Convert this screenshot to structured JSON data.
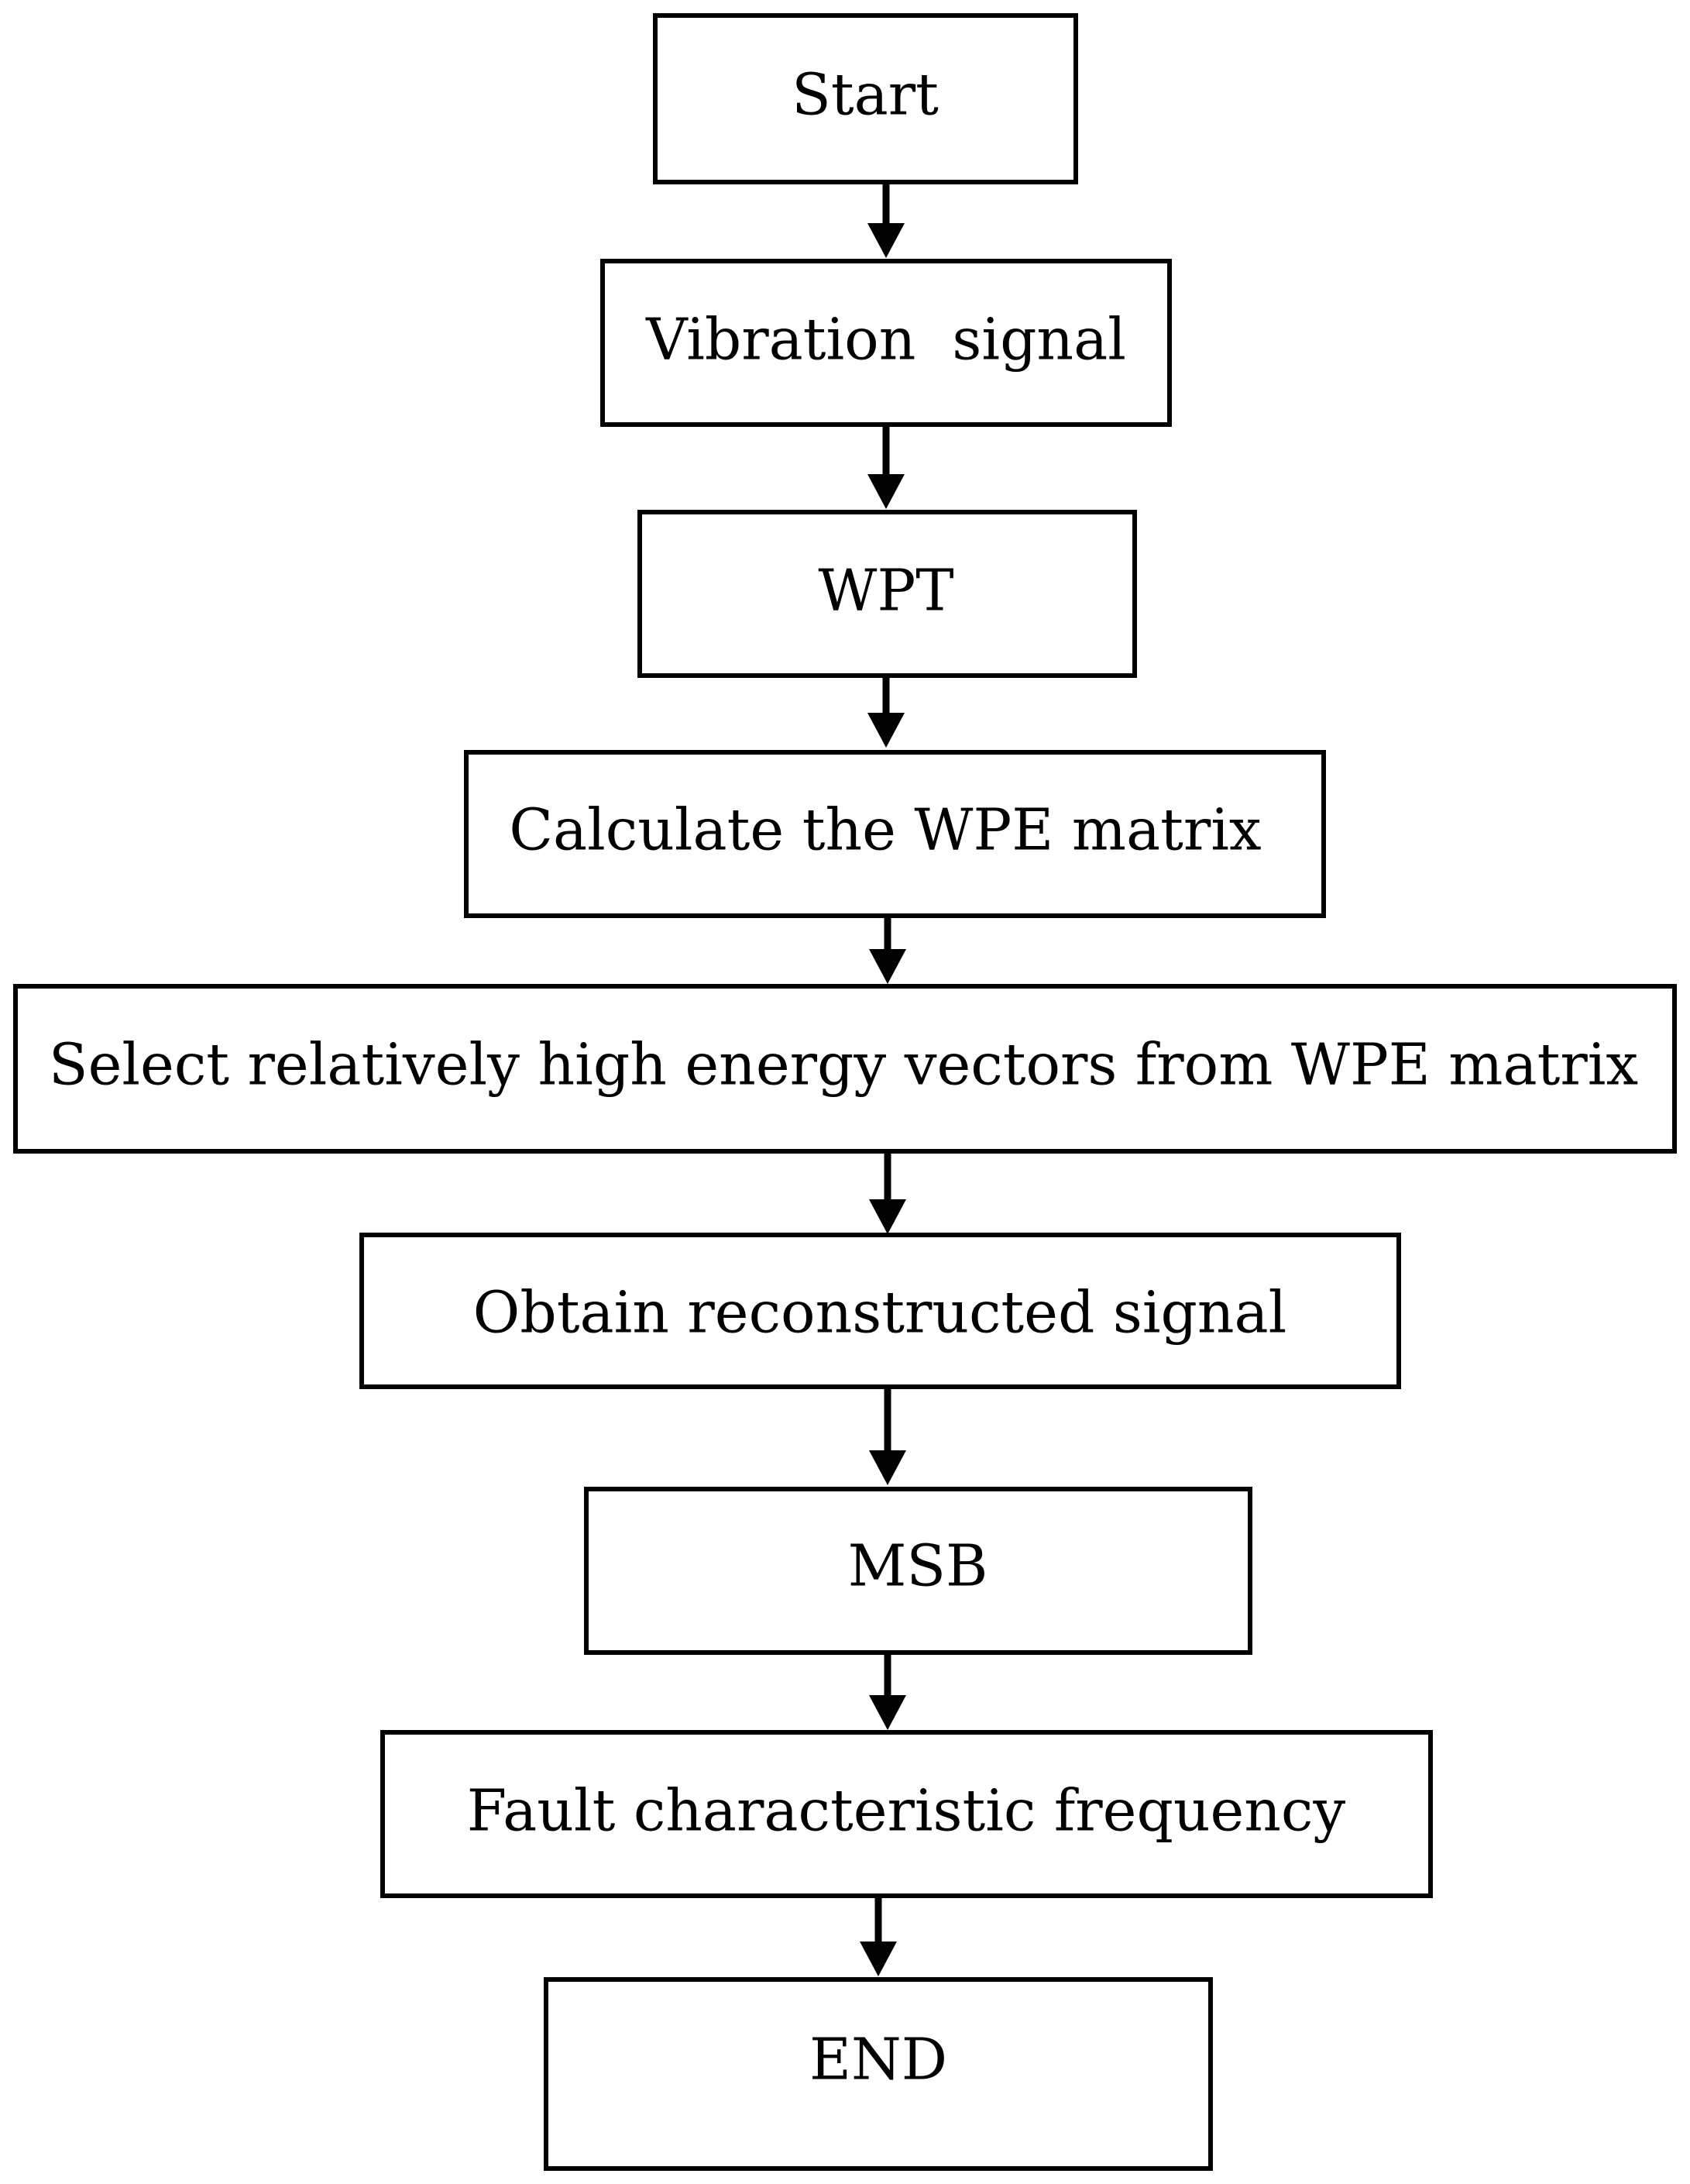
{
  "steps": [
    "Start",
    "Vibration  signal",
    "WPT",
    "Calculate the WPE matrix",
    "Select relatively high energy vectors from WPE matrix",
    "Obtain reconstructed signal",
    "MSB",
    "Fault characteristic frequency",
    "END"
  ],
  "colors": {
    "stroke": "#000000",
    "background": "#ffffff"
  }
}
